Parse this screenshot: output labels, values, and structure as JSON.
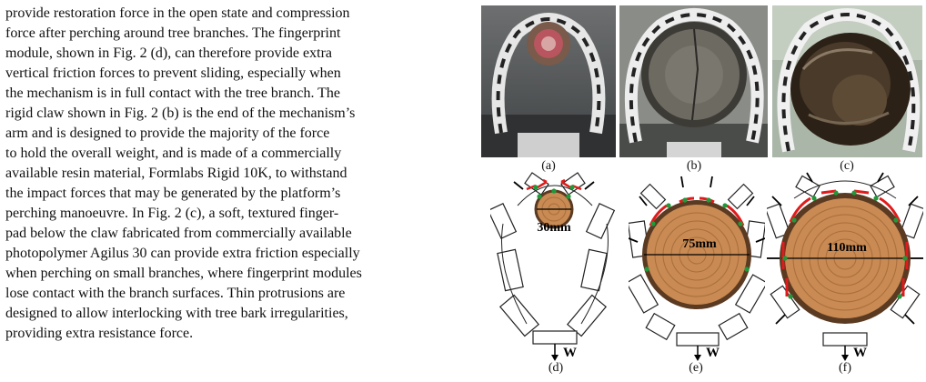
{
  "paragraph": {
    "lines": [
      "provide restoration force in the open state and compression",
      "force after perching around tree branches. The fingerprint",
      "module, shown in Fig. 2 (d), can therefore provide extra",
      "vertical friction forces to prevent sliding, especially when",
      "the mechanism is in full contact with the tree branch. The",
      "rigid claw shown in Fig. 2 (b) is the end of the mechanism’s",
      "arm and is designed to provide the majority of the force",
      "to hold the overall weight, and is made of a commercially",
      "available resin material, Formlabs Rigid 10K, to withstand",
      "the impact forces that may be generated by the platform’s",
      "perching manoeuvre. In Fig. 2 (c), a soft, textured finger-",
      "pad below the claw fabricated from commercially available",
      "photopolymer Agilus 30 can provide extra friction especially",
      "when perching on small branches, where fingerprint modules",
      "lose contact with the branch surfaces. Thin protrusions are",
      "designed to allow interlocking with tree bark irregularities,",
      "providing extra resistance force."
    ]
  },
  "figure": {
    "photo_labels": [
      "(a)",
      "(b)",
      "(c)"
    ],
    "diagram_labels": [
      "(d)",
      "(e)",
      "(f)"
    ],
    "diameters": [
      "30mm",
      "75mm",
      "110mm"
    ],
    "weight_label": "W",
    "colors": {
      "wood": "#c98a53",
      "bark": "#5b3a22",
      "force_arrow": "#e01b1b",
      "contact_point": "#1f9a3a"
    }
  }
}
